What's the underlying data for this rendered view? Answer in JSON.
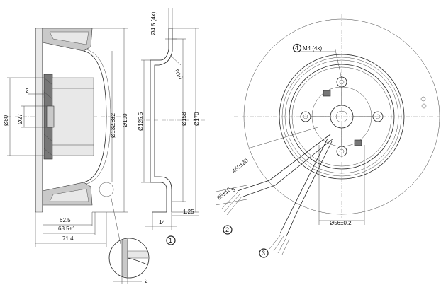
{
  "side_view": {
    "label_dim_2_top": "2",
    "label_d80": "Ø80",
    "label_d27": "Ø27",
    "label_d132": "Ø132.8±2",
    "label_d190": "Ø190",
    "label_625": "62.5",
    "label_685": "68.5±1",
    "label_714": "71.4"
  },
  "detail_view": {
    "label_2": "2"
  },
  "ring_view": {
    "label_d45": "Ø4.5 (4x)",
    "label_r10": "R10",
    "label_d1255": "Ø125.5",
    "label_d158": "Ø158",
    "label_d170": "Ø170",
    "label_125": "1.25",
    "label_14": "14",
    "marker_1": "1"
  },
  "front_view": {
    "marker_4": "4",
    "label_m4": "M4 (4x)",
    "label_450": "450±20",
    "label_85": "85±10",
    "label_8": "8",
    "label_d56": "Ø56±0.2",
    "marker_2": "2",
    "marker_3": "3"
  }
}
